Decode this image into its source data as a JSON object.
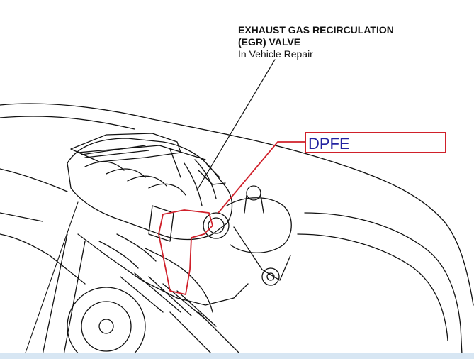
{
  "diagram": {
    "caption": {
      "title_line1": "EXHAUST GAS RECIRCULATION",
      "title_line2": "(EGR) VALVE",
      "subtitle": "In Vehicle Repair"
    },
    "callout": {
      "label": "DPFE"
    }
  },
  "colors": {
    "line": "#111111",
    "highlight": "#d0202a",
    "callout_text": "#2222a0",
    "bottom_strip": "#d7e6f3"
  },
  "icons": {
    "illustration": "engine-bay-line-drawing"
  }
}
